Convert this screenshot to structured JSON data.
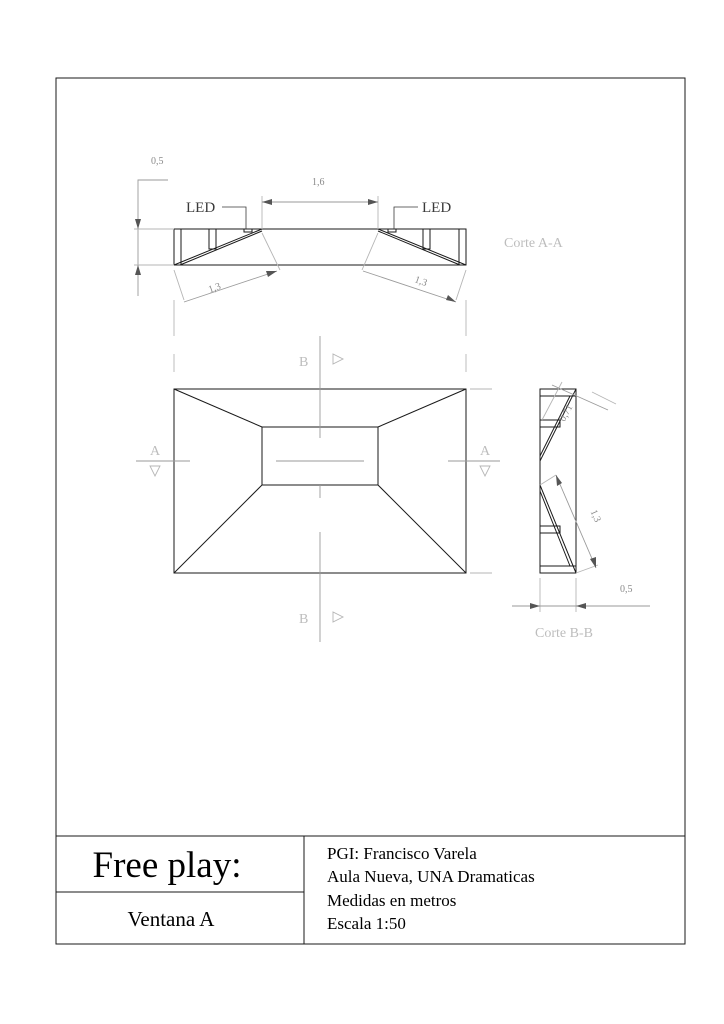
{
  "drawing": {
    "dimensions": {
      "top_height": "0,5",
      "opening_width": "1,6",
      "left_slope": "1,3",
      "right_slope": "1,3",
      "section_slope_upper": "0,71",
      "section_slope_lower": "1,3",
      "section_depth": "0,5"
    },
    "labels": {
      "led_left": "LED",
      "led_right": "LED",
      "corte_aa": "Corte A-A",
      "corte_bb": "Corte B-B",
      "cut_a_left": "A",
      "cut_a_right": "A",
      "cut_b_top": "B",
      "cut_b_bottom": "B"
    }
  },
  "title_block": {
    "project_title": "Free play:",
    "sheet_name": "Ventana A",
    "info_lines": [
      "PGI: Francisco Varela",
      "Aula Nueva, UNA Dramaticas",
      "Medidas en metros",
      "Escala 1:50"
    ]
  }
}
